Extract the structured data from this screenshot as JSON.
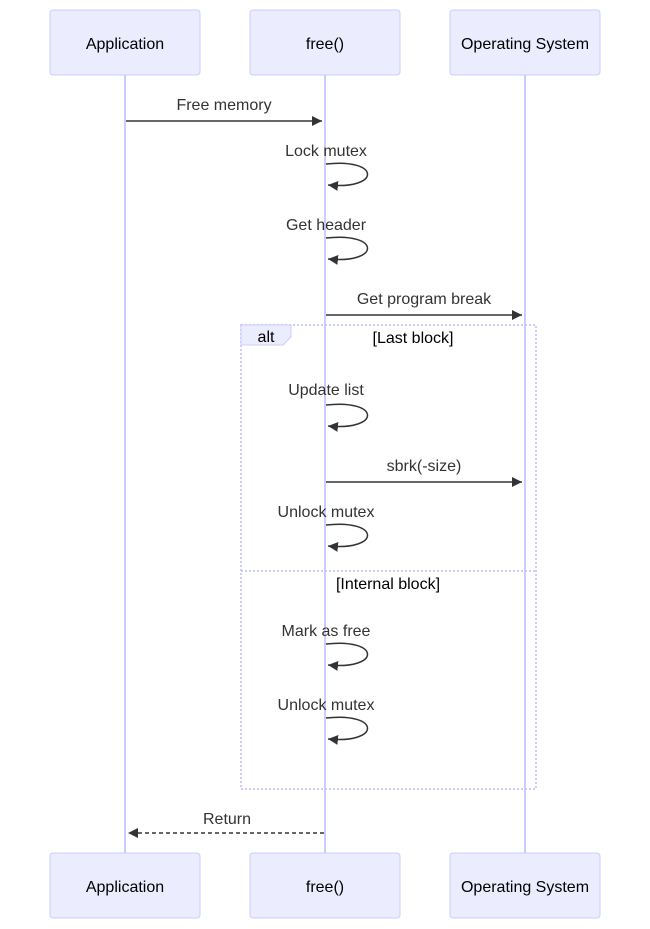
{
  "participants": [
    {
      "id": "app",
      "label": "Application"
    },
    {
      "id": "free",
      "label": "free()"
    },
    {
      "id": "os",
      "label": "Operating System"
    }
  ],
  "messages": [
    {
      "label": "Free memory",
      "from": "app",
      "to": "free",
      "style": "solid"
    },
    {
      "label": "Lock mutex",
      "from": "free",
      "to": "free",
      "style": "self"
    },
    {
      "label": "Get header",
      "from": "free",
      "to": "free",
      "style": "self"
    },
    {
      "label": "Get program break",
      "from": "free",
      "to": "os",
      "style": "solid"
    },
    {
      "label": "Update list",
      "from": "free",
      "to": "free",
      "style": "self"
    },
    {
      "label": "sbrk(-size)",
      "from": "free",
      "to": "os",
      "style": "solid"
    },
    {
      "label": "Unlock mutex",
      "from": "free",
      "to": "free",
      "style": "self"
    },
    {
      "label": "Mark as free",
      "from": "free",
      "to": "free",
      "style": "self"
    },
    {
      "label": "Unlock mutex",
      "from": "free",
      "to": "free",
      "style": "self"
    },
    {
      "label": "Return",
      "from": "free",
      "to": "app",
      "style": "dashed"
    }
  ],
  "alt_block": {
    "label": "alt",
    "conditions": [
      "[Last block]",
      "[Internal block]"
    ]
  },
  "colors": {
    "actor_fill": "#ECECFF",
    "actor_stroke": "#CCCCFF",
    "line": "#333333"
  }
}
